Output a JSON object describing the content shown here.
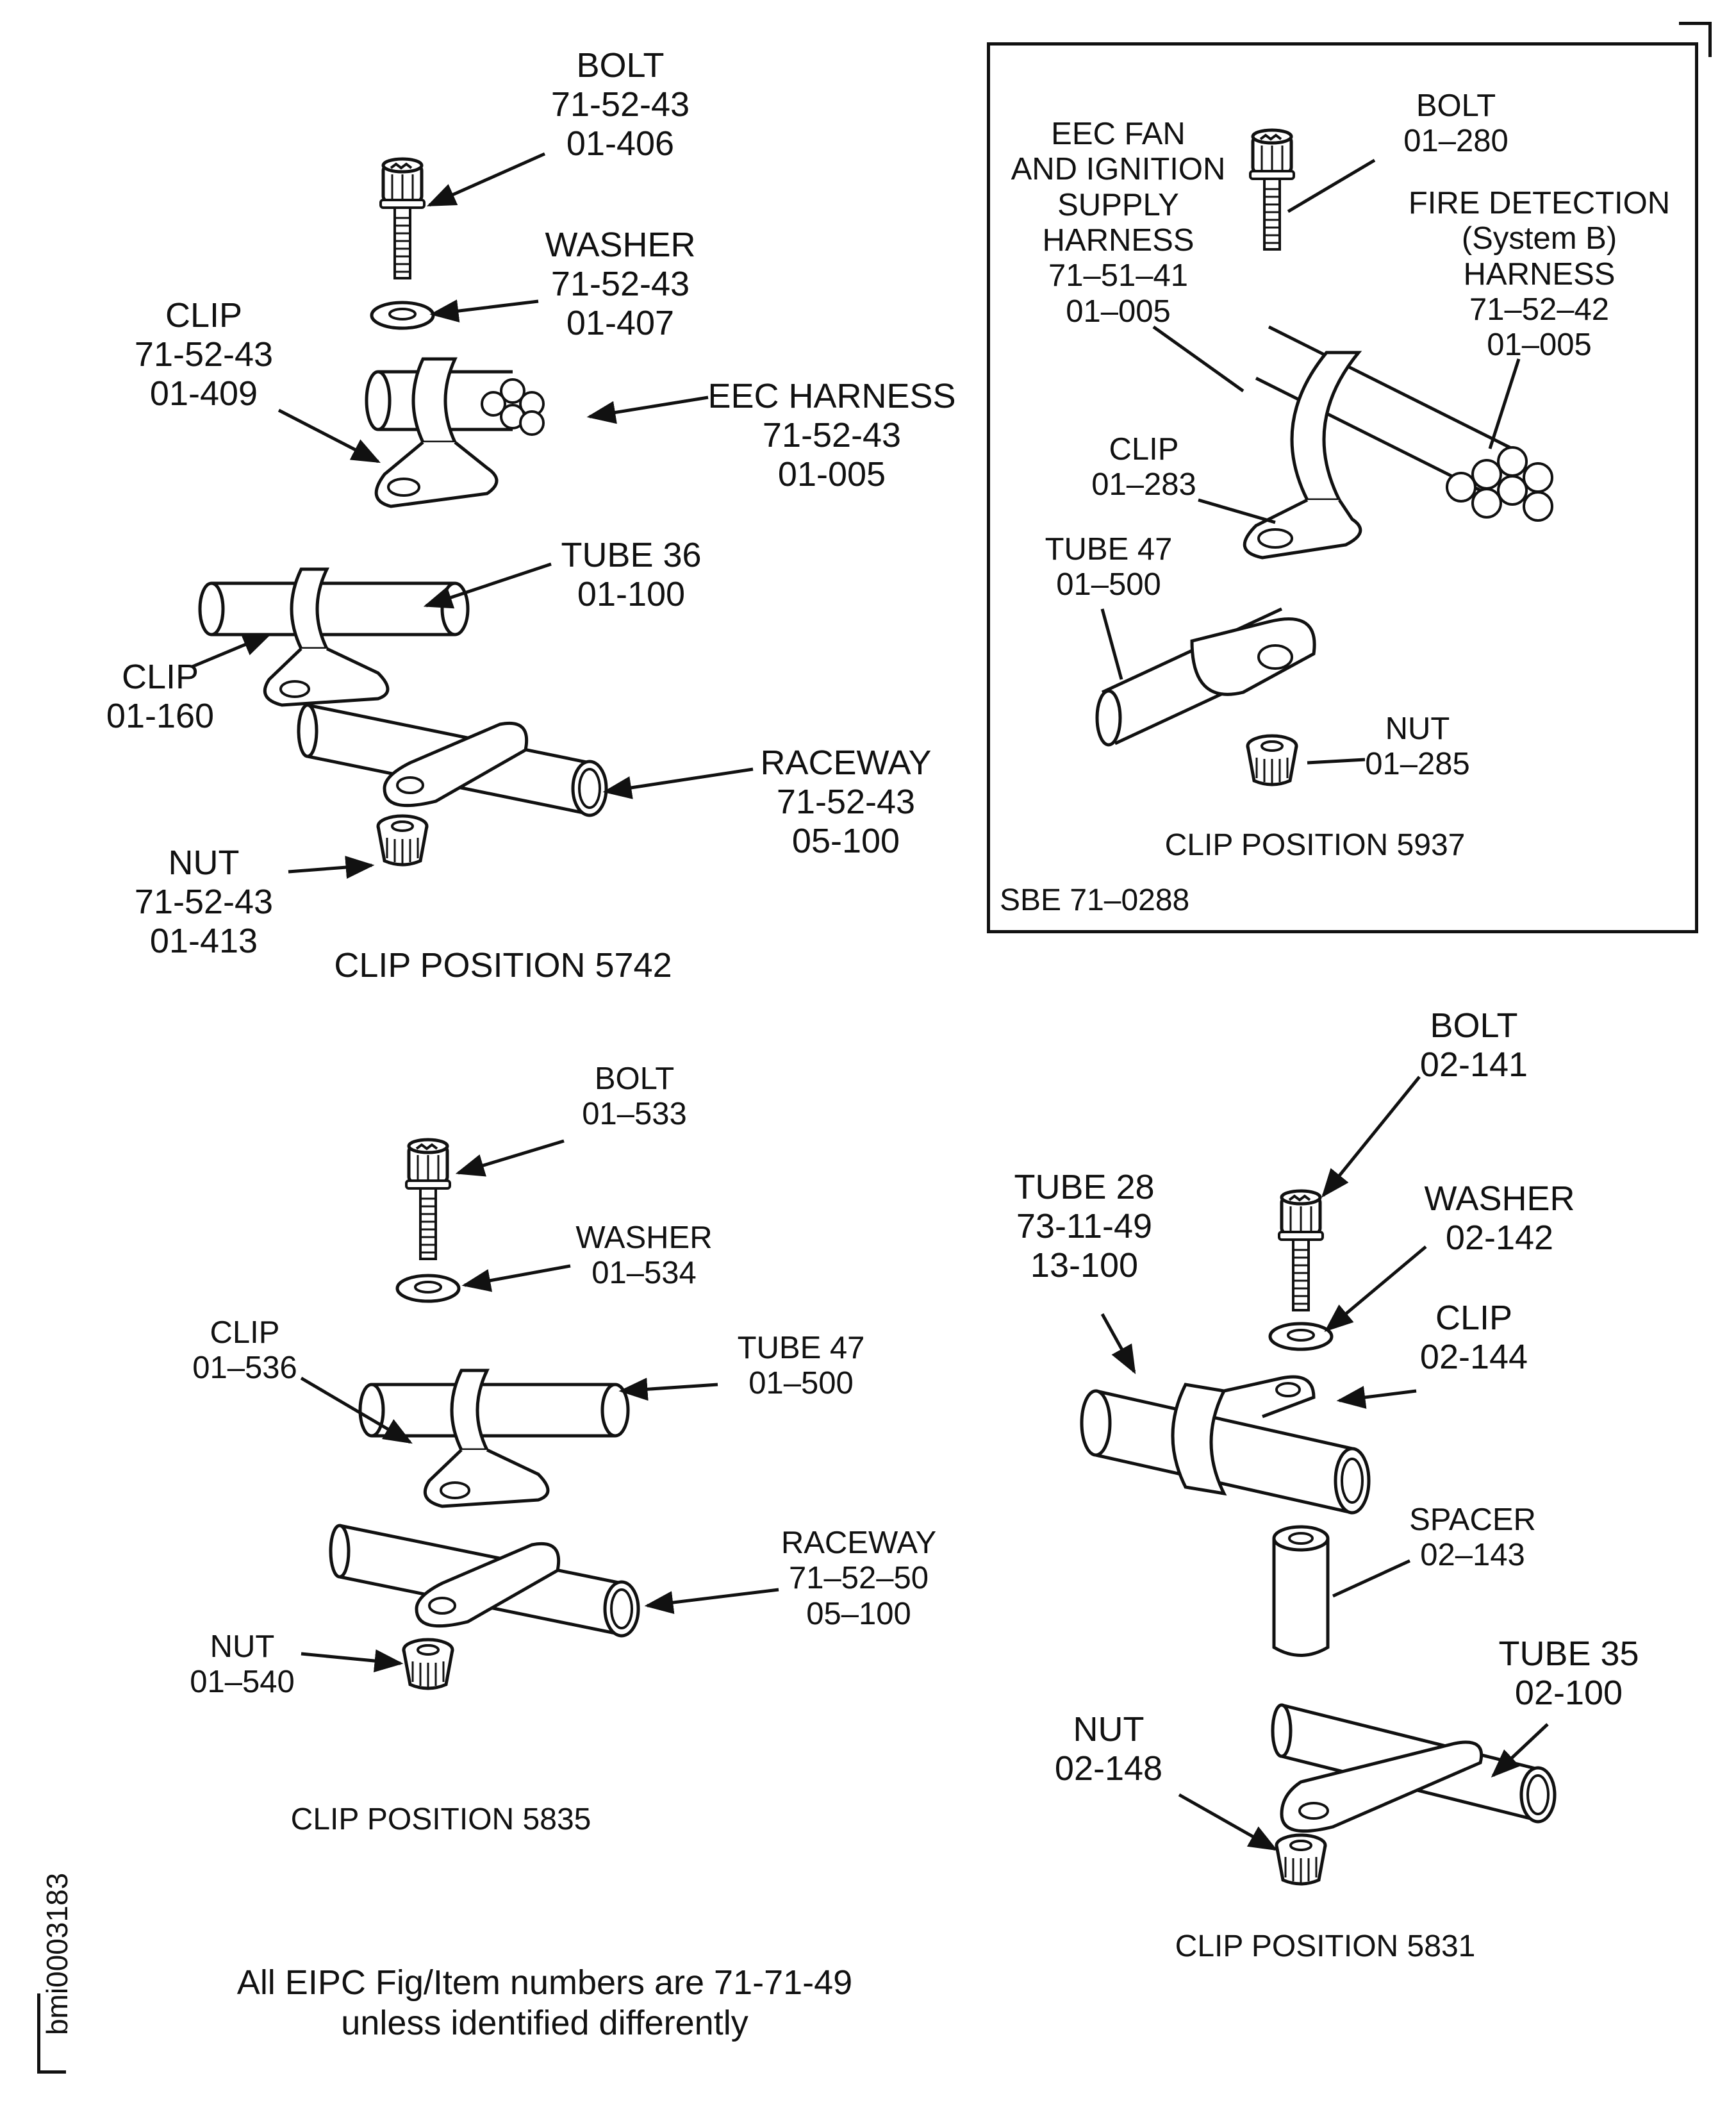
{
  "diagram": {
    "clip_5742": {
      "caption": "CLIP POSITION 5742",
      "bolt": "BOLT\n71-52-43\n01-406",
      "washer": "WASHER\n71-52-43\n01-407",
      "clip": "CLIP\n71-52-43\n01-409",
      "harness": "EEC HARNESS\n71-52-43\n01-005",
      "tube": "TUBE 36\n01-100",
      "clip2": "CLIP\n01-160",
      "raceway": "RACEWAY\n71-52-43\n05-100",
      "nut": "NUT\n71-52-43\n01-413"
    },
    "clip_5937": {
      "caption": "CLIP POSITION 5937",
      "service_bulletin": "SBE 71–0288",
      "bolt": "BOLT\n01–280",
      "eec_harness": "EEC FAN\nAND IGNITION\nSUPPLY\nHARNESS\n71–51–41\n01–005",
      "fire_harness": "FIRE DETECTION\n(System B)\nHARNESS\n71–52–42\n01–005",
      "clip": "CLIP\n01–283",
      "tube": "TUBE 47\n01–500",
      "nut": "NUT\n01–285"
    },
    "clip_5835": {
      "caption": "CLIP POSITION 5835",
      "bolt": "BOLT\n01–533",
      "washer": "WASHER\n01–534",
      "clip": "CLIP\n01–536",
      "tube": "TUBE 47\n01–500",
      "raceway": "RACEWAY\n71–52–50\n05–100",
      "nut": "NUT\n01–540"
    },
    "clip_5831": {
      "caption": "CLIP POSITION 5831",
      "bolt": "BOLT\n02-141",
      "tube28": "TUBE 28\n73-11-49\n13-100",
      "washer": "WASHER\n02-142",
      "clip": "CLIP\n02-144",
      "spacer": "SPACER\n02–143",
      "tube35": "TUBE 35\n02-100",
      "nut": "NUT\n02-148"
    },
    "footnote": "All EIPC Fig/Item numbers are 71-71-49\nunless identified differently",
    "drawing_id": "bmi0003183"
  }
}
